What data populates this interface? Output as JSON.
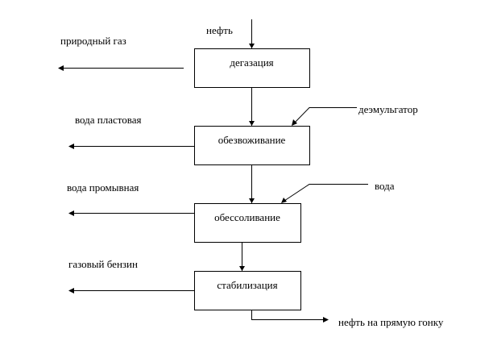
{
  "diagram": {
    "type": "process-flowchart",
    "input_label": "нефть",
    "stages": [
      {
        "id": "degassing",
        "label": "дегазация",
        "byproduct": "природный газ"
      },
      {
        "id": "dewatering",
        "label": "обезвоживание",
        "byproduct": "вода пластовая",
        "reagent": "деэмульгатор"
      },
      {
        "id": "desalting",
        "label": "обессоливание",
        "byproduct": "вода промывная",
        "reagent": "вода"
      },
      {
        "id": "stabilization",
        "label": "стабилизация",
        "byproduct": "газовый бензин"
      }
    ],
    "output_label": "нефть на прямую гонку"
  }
}
